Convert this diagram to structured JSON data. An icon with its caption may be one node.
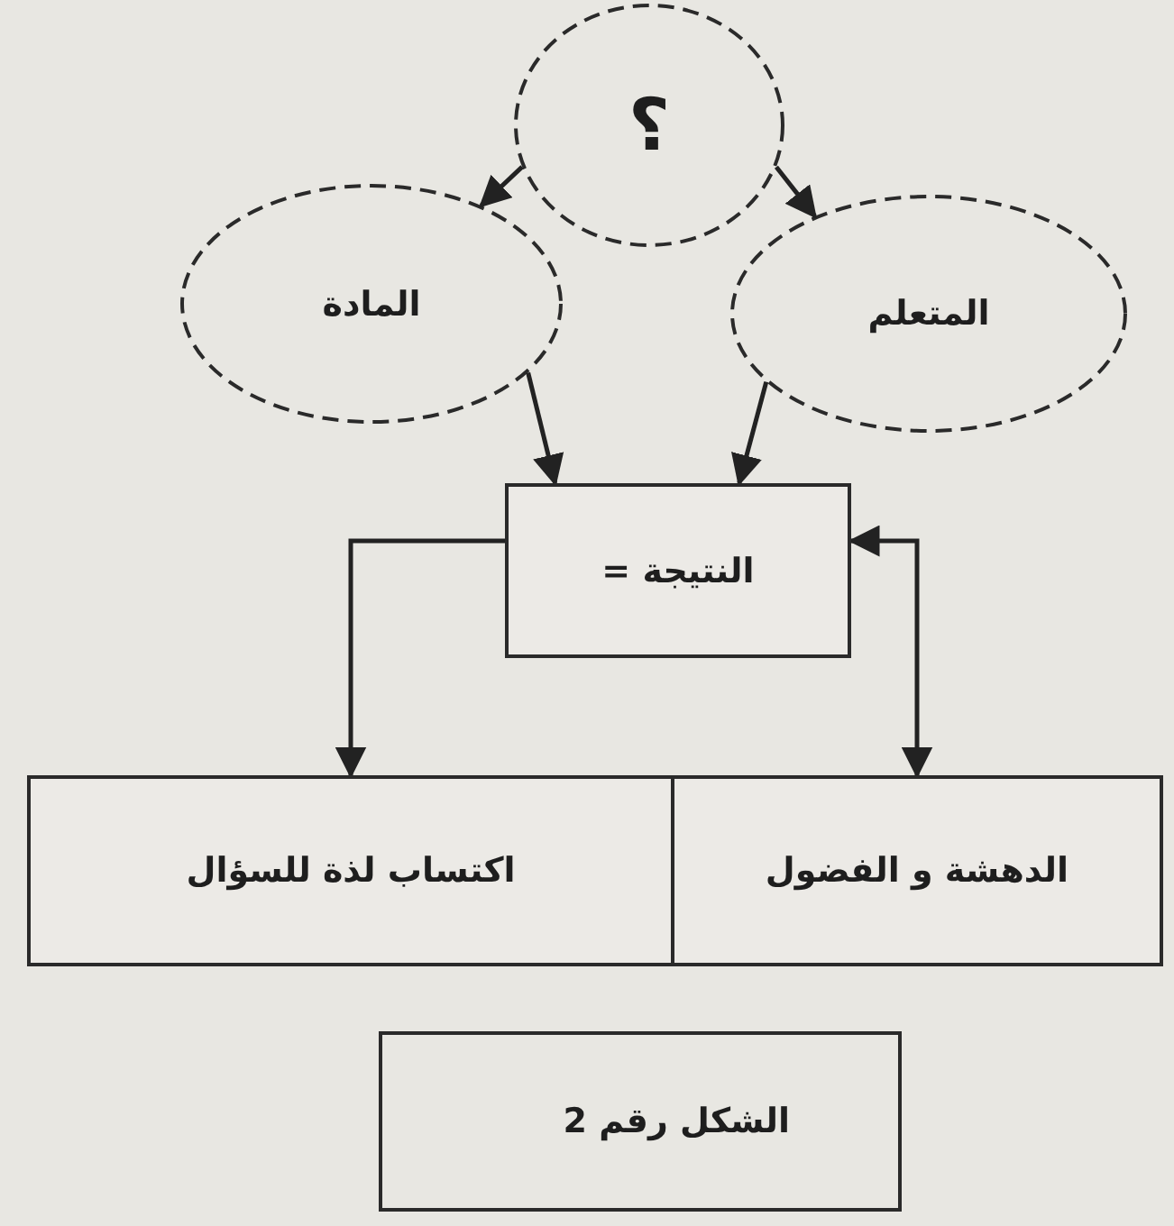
{
  "diagram": {
    "caption": "الشكل رقم 2",
    "nodes": [
      {
        "text": [
          "؟"
        ]
      },
      {
        "text": [
          "المادة"
        ]
      },
      {
        "text": [
          "المتعلم"
        ]
      },
      {
        "text": [
          "النتيجة ="
        ]
      },
      {
        "text": [
          "اكتساب لذة للسؤال"
        ]
      },
      {
        "text": [
          "الدهشة و الفضول"
        ]
      }
    ],
    "edges": [
      {
        "from": 0,
        "to": 1,
        "arrow": "to"
      },
      {
        "from": 0,
        "to": 2,
        "arrow": "to"
      },
      {
        "from": 1,
        "to": 3,
        "arrow": "to"
      },
      {
        "from": 2,
        "to": 3,
        "arrow": "to"
      },
      {
        "from": 3,
        "to": 4,
        "arrow": "to"
      },
      {
        "from": 3,
        "to": 5,
        "arrow": "both"
      }
    ]
  }
}
